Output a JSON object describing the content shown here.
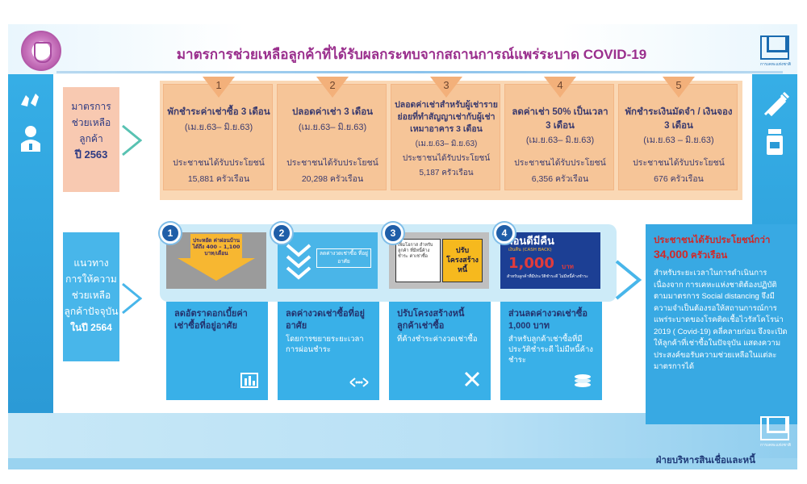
{
  "header": {
    "title": "มาตรการช่วยเหลือลูกค้าที่ได้รับผลกระทบจากสถานการณ์แพร่ระบาด COVID-19",
    "logo_caption": "การเคหะแห่งชาติ"
  },
  "section1": {
    "label": [
      "มาตรการ",
      "ช่วยเหลือ",
      "ลูกค้า",
      "ปี 2563"
    ],
    "cards": [
      {
        "num": "1",
        "title": "พักชำระค่าเช่าซื้อ 3 เดือน",
        "date": "(เม.ย.63– มิ.ย.63)",
        "benefit": "ประชาชนได้รับประโยชน์",
        "count": "15,881 ครัวเรือน"
      },
      {
        "num": "2",
        "title": "ปลอดค่าเช่า 3 เดือน",
        "date": "(เม.ย.63– มิ.ย.63)",
        "benefit": "ประชาชนได้รับประโยชน์",
        "count": "20,298 ครัวเรือน"
      },
      {
        "num": "3",
        "title": "ปลอดค่าเช่าสำหรับผู้เช่ารายย่อยที่ทำสัญญาเช่ากับผู้เช่าเหมาอาคาร 3 เดือน",
        "date": "(เม.ย.63– มิ.ย.63)",
        "benefit": "ประชาชนได้รับประโยชน์",
        "count": "5,187 ครัวเรือน"
      },
      {
        "num": "4",
        "title": "ลดค่าเช่า 50% เป็นเวลา 3 เดือน",
        "date": "(เม.ย.63– มิ.ย.63)",
        "benefit": "ประชาชนได้รับประโยชน์",
        "count": "6,356 ครัวเรือน"
      },
      {
        "num": "5",
        "title": "พักชำระเงินมัดจำ / เงินจอง 3 เดือน",
        "date": "(เม.ย.63 – มิ.ย.63)",
        "benefit": "ประชาชนได้รับประโยชน์",
        "count": "676 ครัวเรือน"
      }
    ]
  },
  "section2": {
    "label": [
      "แนวทาง",
      "การให้ความ",
      "ช่วยเหลือ",
      "ลูกค้าปัจจุบัน",
      "ในปี 2564"
    ],
    "panels": [
      {
        "num": "1",
        "img_text": "ประหยัด ค่าผ่อนบ้านได้ถึง 400 – 1,100 บาท/เดือน"
      },
      {
        "num": "2",
        "img_text": "ลดค่างวดเช่าซื้อ ที่อยู่อาศัย"
      },
      {
        "num": "3",
        "img_text_left": "เพิ่มโอกาส สำหรับลูกค้า ที่มีหนี้ค้างชำระ ค่าเช่าซื้อ",
        "img_text_right": "ปรับ โครงสร้าง หนี้"
      },
      {
        "num": "4",
        "img_title": "ผ่อนดีมีคืน",
        "img_sub": "เงินคืน (CASH BACK)",
        "img_amount": "1,000",
        "img_unit": "บาท",
        "img_note": "สำหรับลูกค้าที่มีประวัติชำระดี ไม่มีหนี้ค้างชำระ"
      }
    ],
    "cards": [
      {
        "heading": "ลดอัตราดอกเบี้ยค่าเช่าซื้อที่อยู่อาศัย",
        "sub": "",
        "icon": "chart-icon"
      },
      {
        "heading": "ลดค่างวดเช่าซื้อที่อยู่อาศัย",
        "sub": "โดยการขยายระยะเวลาการผ่อนชำระ",
        "icon": "arrows-icon"
      },
      {
        "heading": "ปรับโครงสร้างหนี้ลูกค้าเช่าซื้อ",
        "sub": "ที่ค้างชำระค่างวดเช่าซื้อ",
        "icon": "tools-icon"
      },
      {
        "heading": "ส่วนลดค่างวดเช่าซื้อ 1,000 บาท",
        "sub": "สำหรับลูกค้าเช่าซื้อที่มีประวัติชำระดี ไม่มีหนี้ค้างชำระ",
        "icon": "coins-icon"
      }
    ]
  },
  "info": {
    "heading": "ประชาชนได้รับประโยชน์กว่า",
    "amount": "34,000",
    "unit": "ครัวเรือน",
    "body": "สำหรับระยะเวลาในการดำเนินการ เนื่องจาก การเคหะแห่งชาติต้องปฏิบัติตามมาตรการ Social distancing จึงมีความจำเป็นต้องรอให้สถานการณ์การแพร่ระบาดของโรคติดเชื้อไวรัสโคโรน่า 2019 ( Covid-19) คลี่คลายก่อน จึงจะเปิดให้ลูกค้าที่เช่าซื้อในปัจจุบัน แสดงความประสงค์ขอรับความช่วยเหลือในแต่ละมาตรการได้"
  },
  "footer": {
    "text": "ฝ่ายบริหารสินเชื่อและหนี้",
    "logo_caption": "การเคหะแห่งชาติ"
  },
  "colors": {
    "title": "#9a2f8d",
    "accent_blue": "#38a9e3",
    "peach": "#f6c598",
    "highlight_red": "#d12828"
  }
}
